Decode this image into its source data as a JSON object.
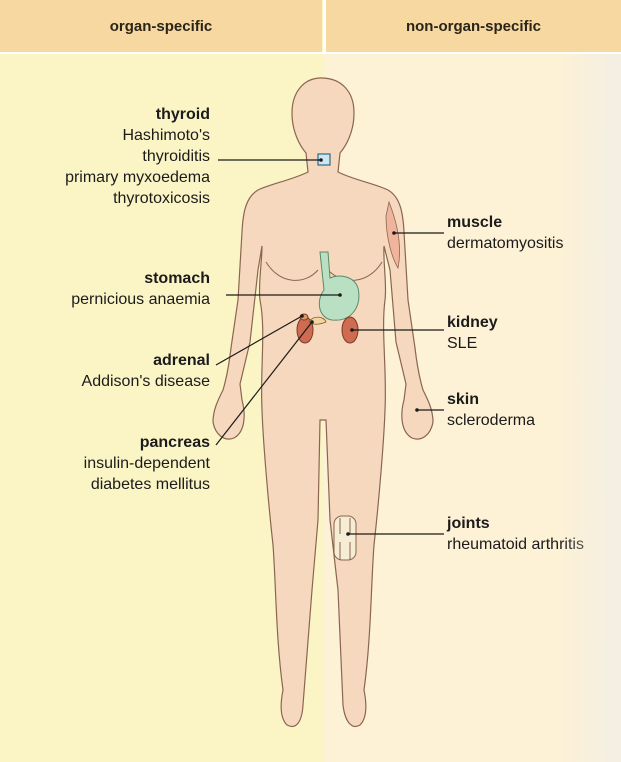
{
  "headers": {
    "left": "organ-specific",
    "right": "non-organ-specific"
  },
  "labels": {
    "thyroid": {
      "title": "thyroid",
      "lines": [
        "Hashimoto's",
        "thyroiditis",
        "primary myxoedema",
        "thyrotoxicosis"
      ]
    },
    "stomach": {
      "title": "stomach",
      "lines": [
        "pernicious anaemia"
      ]
    },
    "adrenal": {
      "title": "adrenal",
      "lines": [
        "Addison's disease"
      ]
    },
    "pancreas": {
      "title": "pancreas",
      "lines": [
        "insulin-dependent",
        "diabetes mellitus"
      ]
    },
    "muscle": {
      "title": "muscle",
      "lines": [
        "dermatomyositis"
      ]
    },
    "kidney": {
      "title": "kidney",
      "lines": [
        "SLE"
      ]
    },
    "skin": {
      "title": "skin",
      "lines": [
        "scleroderma"
      ]
    },
    "joints": {
      "title": "joints",
      "lines": [
        "rheumatoid arthritis"
      ]
    }
  },
  "colors": {
    "left_panel": "#fbf5c6",
    "right_panel": "#fdf1d6",
    "header": "#f7d8a1",
    "body_fill": "#f6d8bf",
    "stomach": "#b9e0c2",
    "adrenal_kidney": "#cf6b50",
    "thyroid": "#cfe6f2"
  }
}
